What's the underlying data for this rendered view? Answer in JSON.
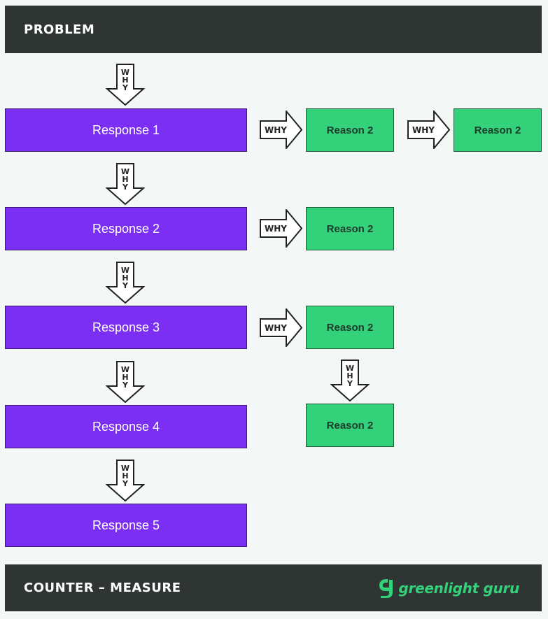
{
  "header": {
    "title": "PROBLEM"
  },
  "footer": {
    "title": "COUNTER – MEASURE",
    "logo_text": "greenlight guru",
    "logo_icon": "greenlight-guru-logo-icon"
  },
  "arrow_label_down": [
    "W",
    "H",
    "Y"
  ],
  "arrow_label_right": "WHY",
  "responses": [
    "Response 1",
    "Response 2",
    "Response 3",
    "Response 4",
    "Response 5"
  ],
  "reasons": {
    "r1a": "Reason 2",
    "r1b": "Reason 2",
    "r2": "Reason 2",
    "r3": "Reason 2",
    "r4": "Reason 2"
  },
  "colors": {
    "header_bg": "#2f3533",
    "response_bg": "#7b2ff2",
    "reason_bg": "#33d17a",
    "page_bg": "#f3f8f6"
  }
}
